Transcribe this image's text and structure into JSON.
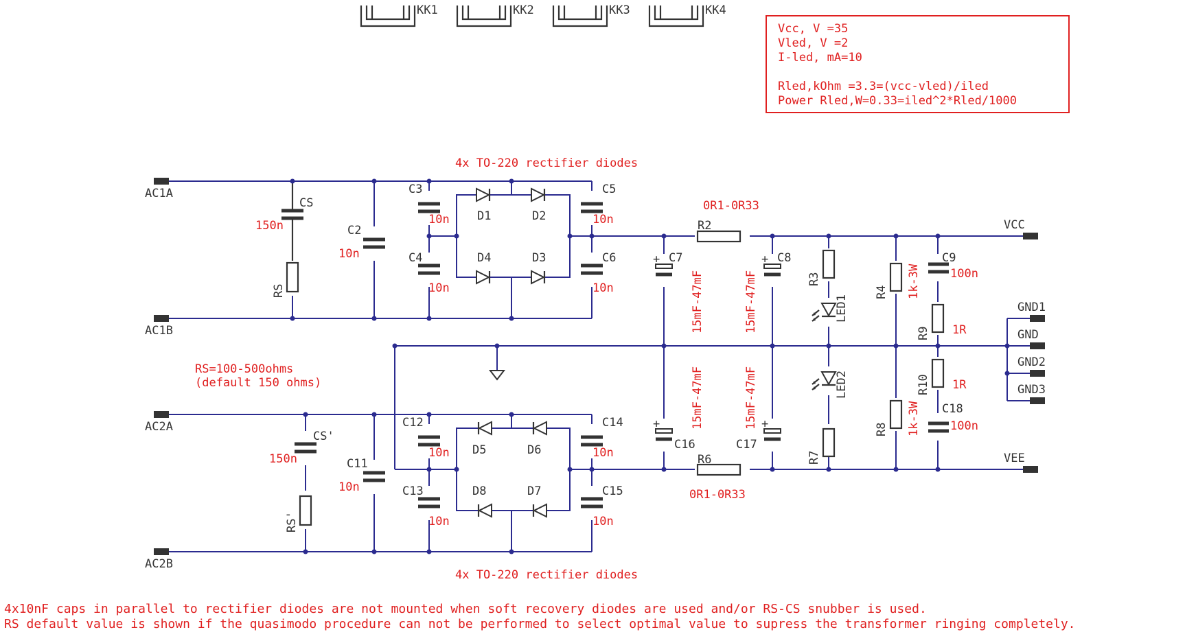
{
  "heatsinks": [
    "KK1",
    "KK2",
    "KK3",
    "KK4"
  ],
  "parameters": [
    "Vcc, V =35",
    "Vled, V =2",
    "I-led, mA=10",
    "Rled,kOhm =3.3=(vcc-vled)/iled",
    "Power Rled,W=0.33=iled^2*Rled/1000"
  ],
  "labels": {
    "top_bridge": "4x TO-220 rectifier diodes",
    "bottom_bridge": "4x TO-220 rectifier diodes",
    "rs_note_1": "RS=100-500ohms",
    "rs_note_2": "(default 150 ohms)"
  },
  "connectors": {
    "ac1a": "AC1A",
    "ac1b": "AC1B",
    "ac2a": "AC2A",
    "ac2b": "AC2B",
    "vcc": "VCC",
    "vee": "VEE",
    "gnd1": "GND1",
    "gnd": "GND",
    "gnd2": "GND2",
    "gnd3": "GND3"
  },
  "parts": {
    "cs": {
      "name": "CS",
      "value": "150n"
    },
    "rs": {
      "name": "RS"
    },
    "c2": {
      "name": "C2",
      "value": "10n"
    },
    "c3": {
      "name": "C3",
      "value": "10n"
    },
    "c4": {
      "name": "C4",
      "value": "10n"
    },
    "c5": {
      "name": "C5",
      "value": "10n"
    },
    "c6": {
      "name": "C6",
      "value": "10n"
    },
    "d1": "D1",
    "d2": "D2",
    "d3": "D3",
    "d4": "D4",
    "cs_prime": {
      "name": "CS'",
      "value": "150n"
    },
    "rs_prime": {
      "name": "RS'"
    },
    "c11": {
      "name": "C11",
      "value": "10n"
    },
    "c12": {
      "name": "C12",
      "value": "10n"
    },
    "c13": {
      "name": "C13",
      "value": "10n"
    },
    "c14": {
      "name": "C14",
      "value": "10n"
    },
    "c15": {
      "name": "C15",
      "value": "10n"
    },
    "d5": "D5",
    "d6": "D6",
    "d7": "D7",
    "d8": "D8",
    "r2": {
      "name": "R2",
      "value": "0R1-0R33"
    },
    "r6": {
      "name": "R6",
      "value": "0R1-0R33"
    },
    "c7": {
      "name": "C7",
      "value": "15mF-47mF"
    },
    "c8": {
      "name": "C8",
      "value": "15mF-47mF"
    },
    "c16": {
      "name": "C16",
      "value": "15mF-47mF"
    },
    "c17": {
      "name": "C17",
      "value": "15mF-47mF"
    },
    "r3": "R3",
    "r7": "R7",
    "led1": "LED1",
    "led2": "LED2",
    "r4": {
      "name": "R4",
      "value": "1k-3W"
    },
    "r8": {
      "name": "R8",
      "value": "1k-3W"
    },
    "c9": {
      "name": "C9",
      "value": "100n"
    },
    "c18": {
      "name": "C18",
      "value": "100n"
    },
    "r9": {
      "name": "R9",
      "value": "1R"
    },
    "r10": {
      "name": "R10",
      "value": "1R"
    }
  },
  "footer": [
    "4x10nF caps in parallel to rectifier diodes are not mounted when soft recovery diodes are used and/or RS-CS snubber is used.",
    "RS default value is shown if the quasimodo procedure can not be performed to select optimal value to supress the transformer ringing completely."
  ]
}
